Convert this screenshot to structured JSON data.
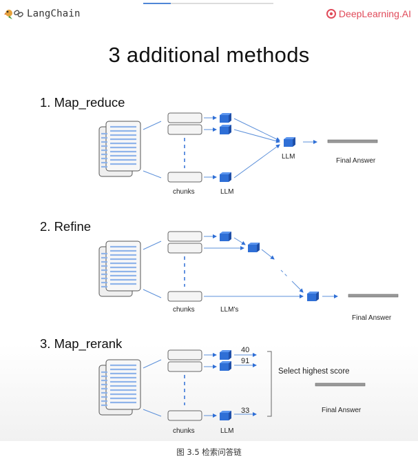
{
  "header": {
    "langchain_logo_text": "LangChain",
    "deeplearning_logo_text": "DeepLearning.AI",
    "brand_color": "#e04b5a"
  },
  "title": "3 additional methods",
  "methods": [
    {
      "title": "1. Map_reduce",
      "labels": {
        "chunks": "chunks",
        "llm_bottom": "LLM",
        "llm_right": "LLM",
        "final": "Final Answer"
      }
    },
    {
      "title": "2. Refine",
      "labels": {
        "chunks": "chunks",
        "llms": "LLM's",
        "final": "Final Answer"
      }
    },
    {
      "title": "3. Map_rerank",
      "labels": {
        "chunks": "chunks",
        "llm_bottom": "LLM",
        "select": "Select highest score",
        "final": "Final Answer"
      },
      "scores": [
        "40",
        "91",
        "33"
      ]
    }
  ],
  "caption": "图 3.5 检索问答链",
  "colors": {
    "accent_blue": "#2f6fd6",
    "line_blue": "#5b8fd9",
    "doc_lines": "#8fb4ea"
  }
}
